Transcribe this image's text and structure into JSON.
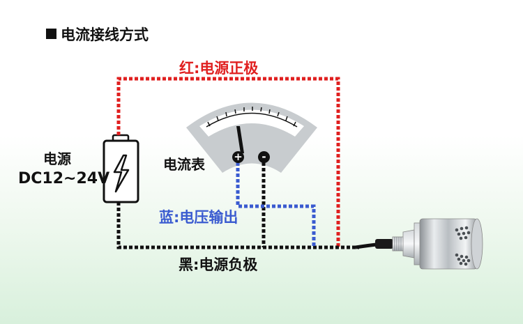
{
  "title": "电流接线方式",
  "labels": {
    "red_wire": "红:电源正极",
    "blue_wire": "蓝:电压输出",
    "black_wire": "黑:电源负极",
    "power_supply": "电源",
    "power_range": "DC12~24V",
    "ammeter": "电流表",
    "terminal_positive": "+",
    "terminal_negative": "-"
  },
  "colors": {
    "red_wire": "#e02020",
    "blue_wire": "#3a5bd0",
    "black_wire": "#111111"
  },
  "icons": [
    "lightning-bolt-icon"
  ]
}
